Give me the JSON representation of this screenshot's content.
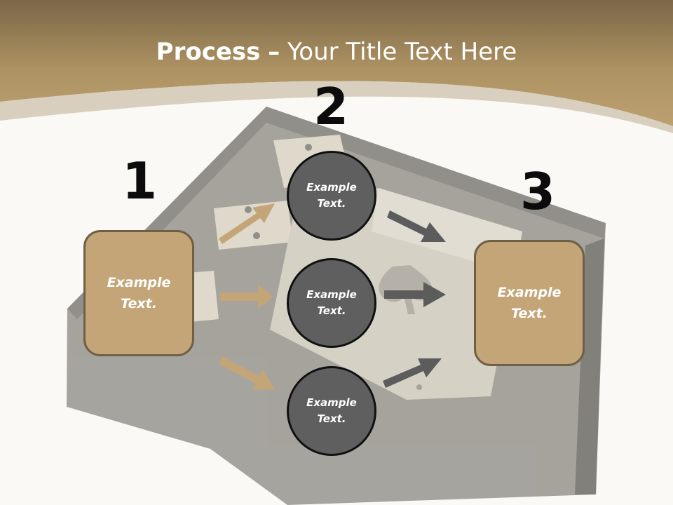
{
  "slide": {
    "title_bold": "Process",
    "title_separator": "–",
    "title_rest": "Your Title Text Here"
  },
  "steps": [
    {
      "number": "1"
    },
    {
      "number": "2"
    },
    {
      "number": "3"
    }
  ],
  "left_box": {
    "text": "Example Text."
  },
  "right_box": {
    "text": "Example Text."
  },
  "circles": [
    {
      "text": "Example Text."
    },
    {
      "text": "Example Text."
    },
    {
      "text": "Example Text."
    }
  ],
  "colors": {
    "header_brown": "#a88d5f",
    "box_fill": "#c4a577",
    "box_border": "#6e5f45",
    "circle_fill": "#5f5f5f",
    "arrow_tan": "#c4a577",
    "arrow_gray": "#5c5c5c"
  }
}
